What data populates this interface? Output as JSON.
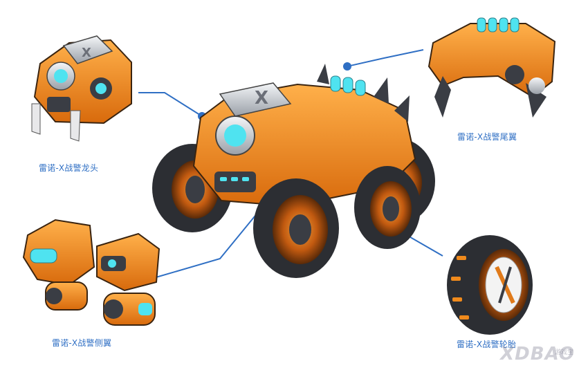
{
  "labels": {
    "head": "雷诺-X战警龙头",
    "tail": "雷诺-X战警尾翼",
    "side": "雷诺-X战警侧翼",
    "wheel": "雷诺-X战警轮胎"
  },
  "watermark": {
    "logo_text": "XDBAO",
    "site_text": "游戏宝"
  },
  "colors": {
    "accent_orange": "#f08a1c",
    "dark_metal": "#3a3d44",
    "silver": "#d6d9de",
    "cyan_glow": "#4fe3f0",
    "connector_blue": "#2f6fc4"
  },
  "icons": {
    "vehicle": "monster-truck-mecha-illustration",
    "head": "dragon-head-part-illustration",
    "tail": "tail-wing-part-illustration",
    "side": "side-wing-part-illustration",
    "wheel": "wheel-tire-part-illustration"
  }
}
